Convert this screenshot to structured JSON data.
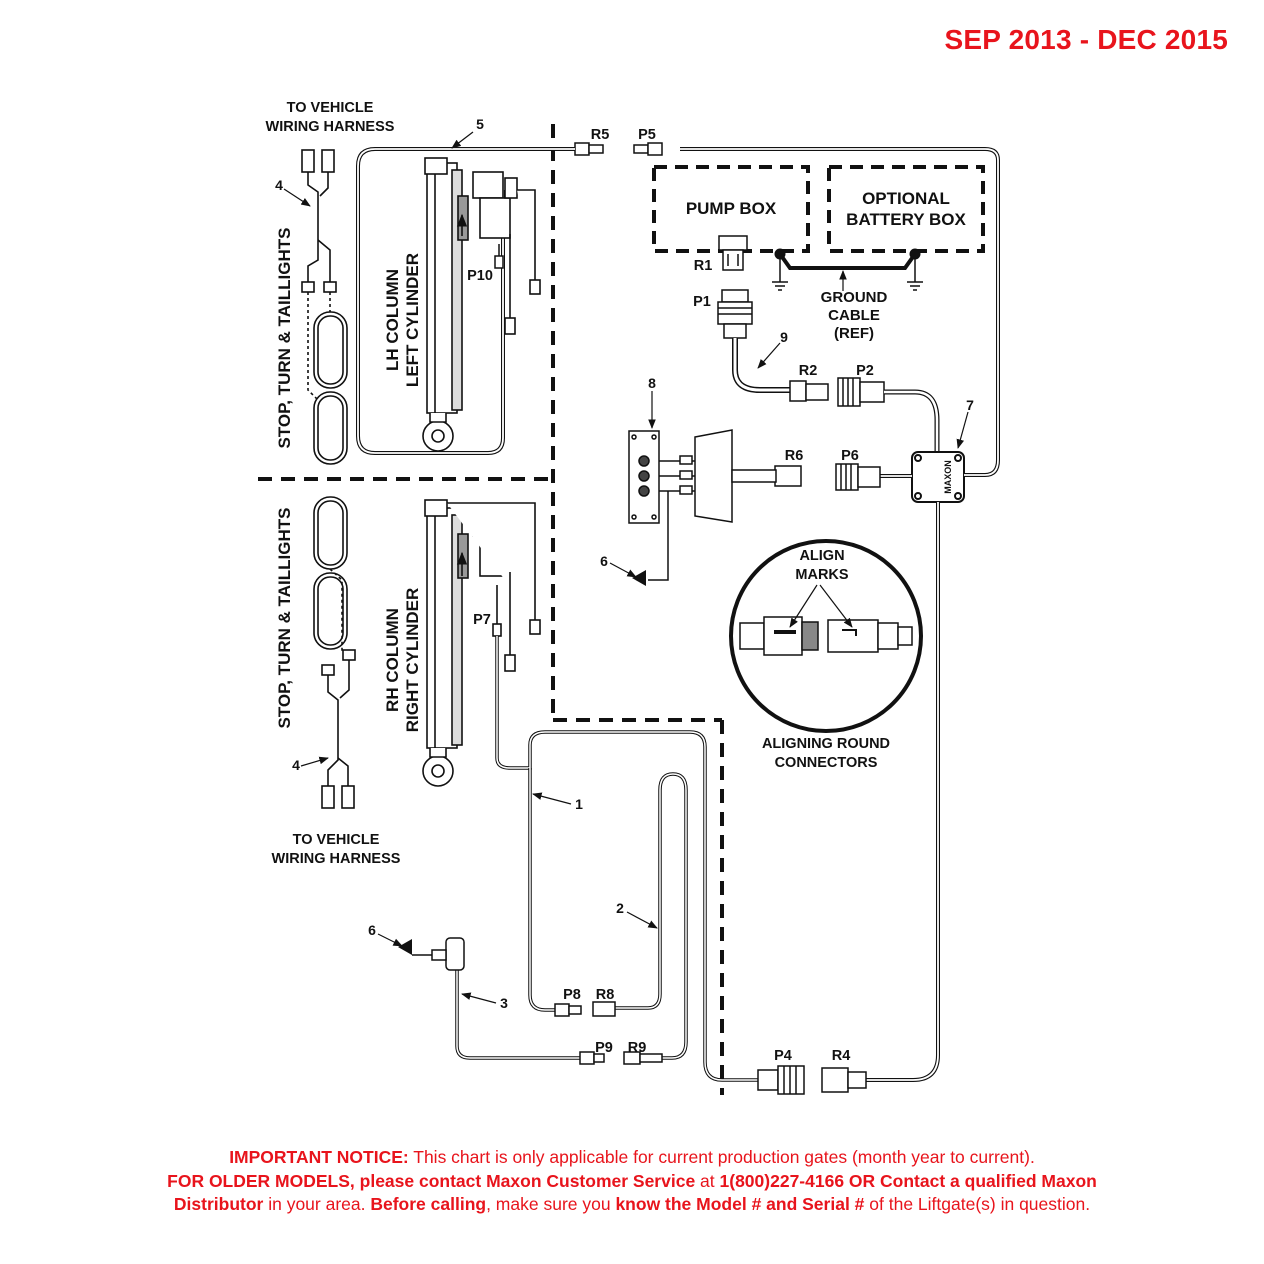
{
  "header": {
    "date_range": "SEP 2013 - DEC 2015"
  },
  "labels": {
    "to_vehicle_top_1": "TO VEHICLE",
    "to_vehicle_top_2": "WIRING HARNESS",
    "to_vehicle_bot_1": "TO VEHICLE",
    "to_vehicle_bot_2": "WIRING HARNESS",
    "stop_turn_top": "STOP, TURN & TAILLIGHTS",
    "stop_turn_bot": "STOP, TURN & TAILLIGHTS",
    "lh_column_1": "LH COLUMN",
    "lh_column_2": "LEFT CYLINDER",
    "rh_column_1": "RH COLUMN",
    "rh_column_2": "RIGHT CYLINDER",
    "pump_box": "PUMP BOX",
    "battery_box_1": "OPTIONAL",
    "battery_box_2": "BATTERY BOX",
    "ground_1": "GROUND",
    "ground_2": "CABLE",
    "ground_3": "(REF)",
    "align_1": "ALIGN",
    "align_2": "MARKS",
    "aligning_1": "ALIGNING ROUND",
    "aligning_2": "CONNECTORS",
    "junction_brand": "MAXON"
  },
  "connectors": {
    "r5": "R5",
    "p5": "P5",
    "r1": "R1",
    "p1": "P1",
    "r2": "R2",
    "p2": "P2",
    "r6": "R6",
    "p6": "P6",
    "p10": "P10",
    "p7": "P7",
    "p8": "P8",
    "r8": "R8",
    "p9": "P9",
    "r9": "R9",
    "p4": "P4",
    "r4": "R4"
  },
  "callouts": {
    "n1": "1",
    "n2": "2",
    "n3": "3",
    "n4_top": "4",
    "n4_bot": "4",
    "n5": "5",
    "n6_top": "6",
    "n6_bot": "6",
    "n7": "7",
    "n8": "8",
    "n9": "9"
  },
  "notice": {
    "l1_bold": "IMPORTANT NOTICE:",
    "l1_text": " This chart is only applicable for current production gates (month year to current).",
    "l2_bold": "FOR OLDER MODELS, please contact Maxon Customer Service",
    "l2_text": " at ",
    "l2_bold2": "1(800)227-4166 OR Contact a qualified Maxon",
    "l3_bold": "Distributor",
    "l3_text": " in your area. ",
    "l3_bold2": "Before calling",
    "l3_text2": ", make sure you ",
    "l3_bold3": "know the Model # and Serial #",
    "l3_text3": " of the Liftgate(s) in question."
  },
  "colors": {
    "notice": "#e8141c",
    "line": "#111111"
  }
}
